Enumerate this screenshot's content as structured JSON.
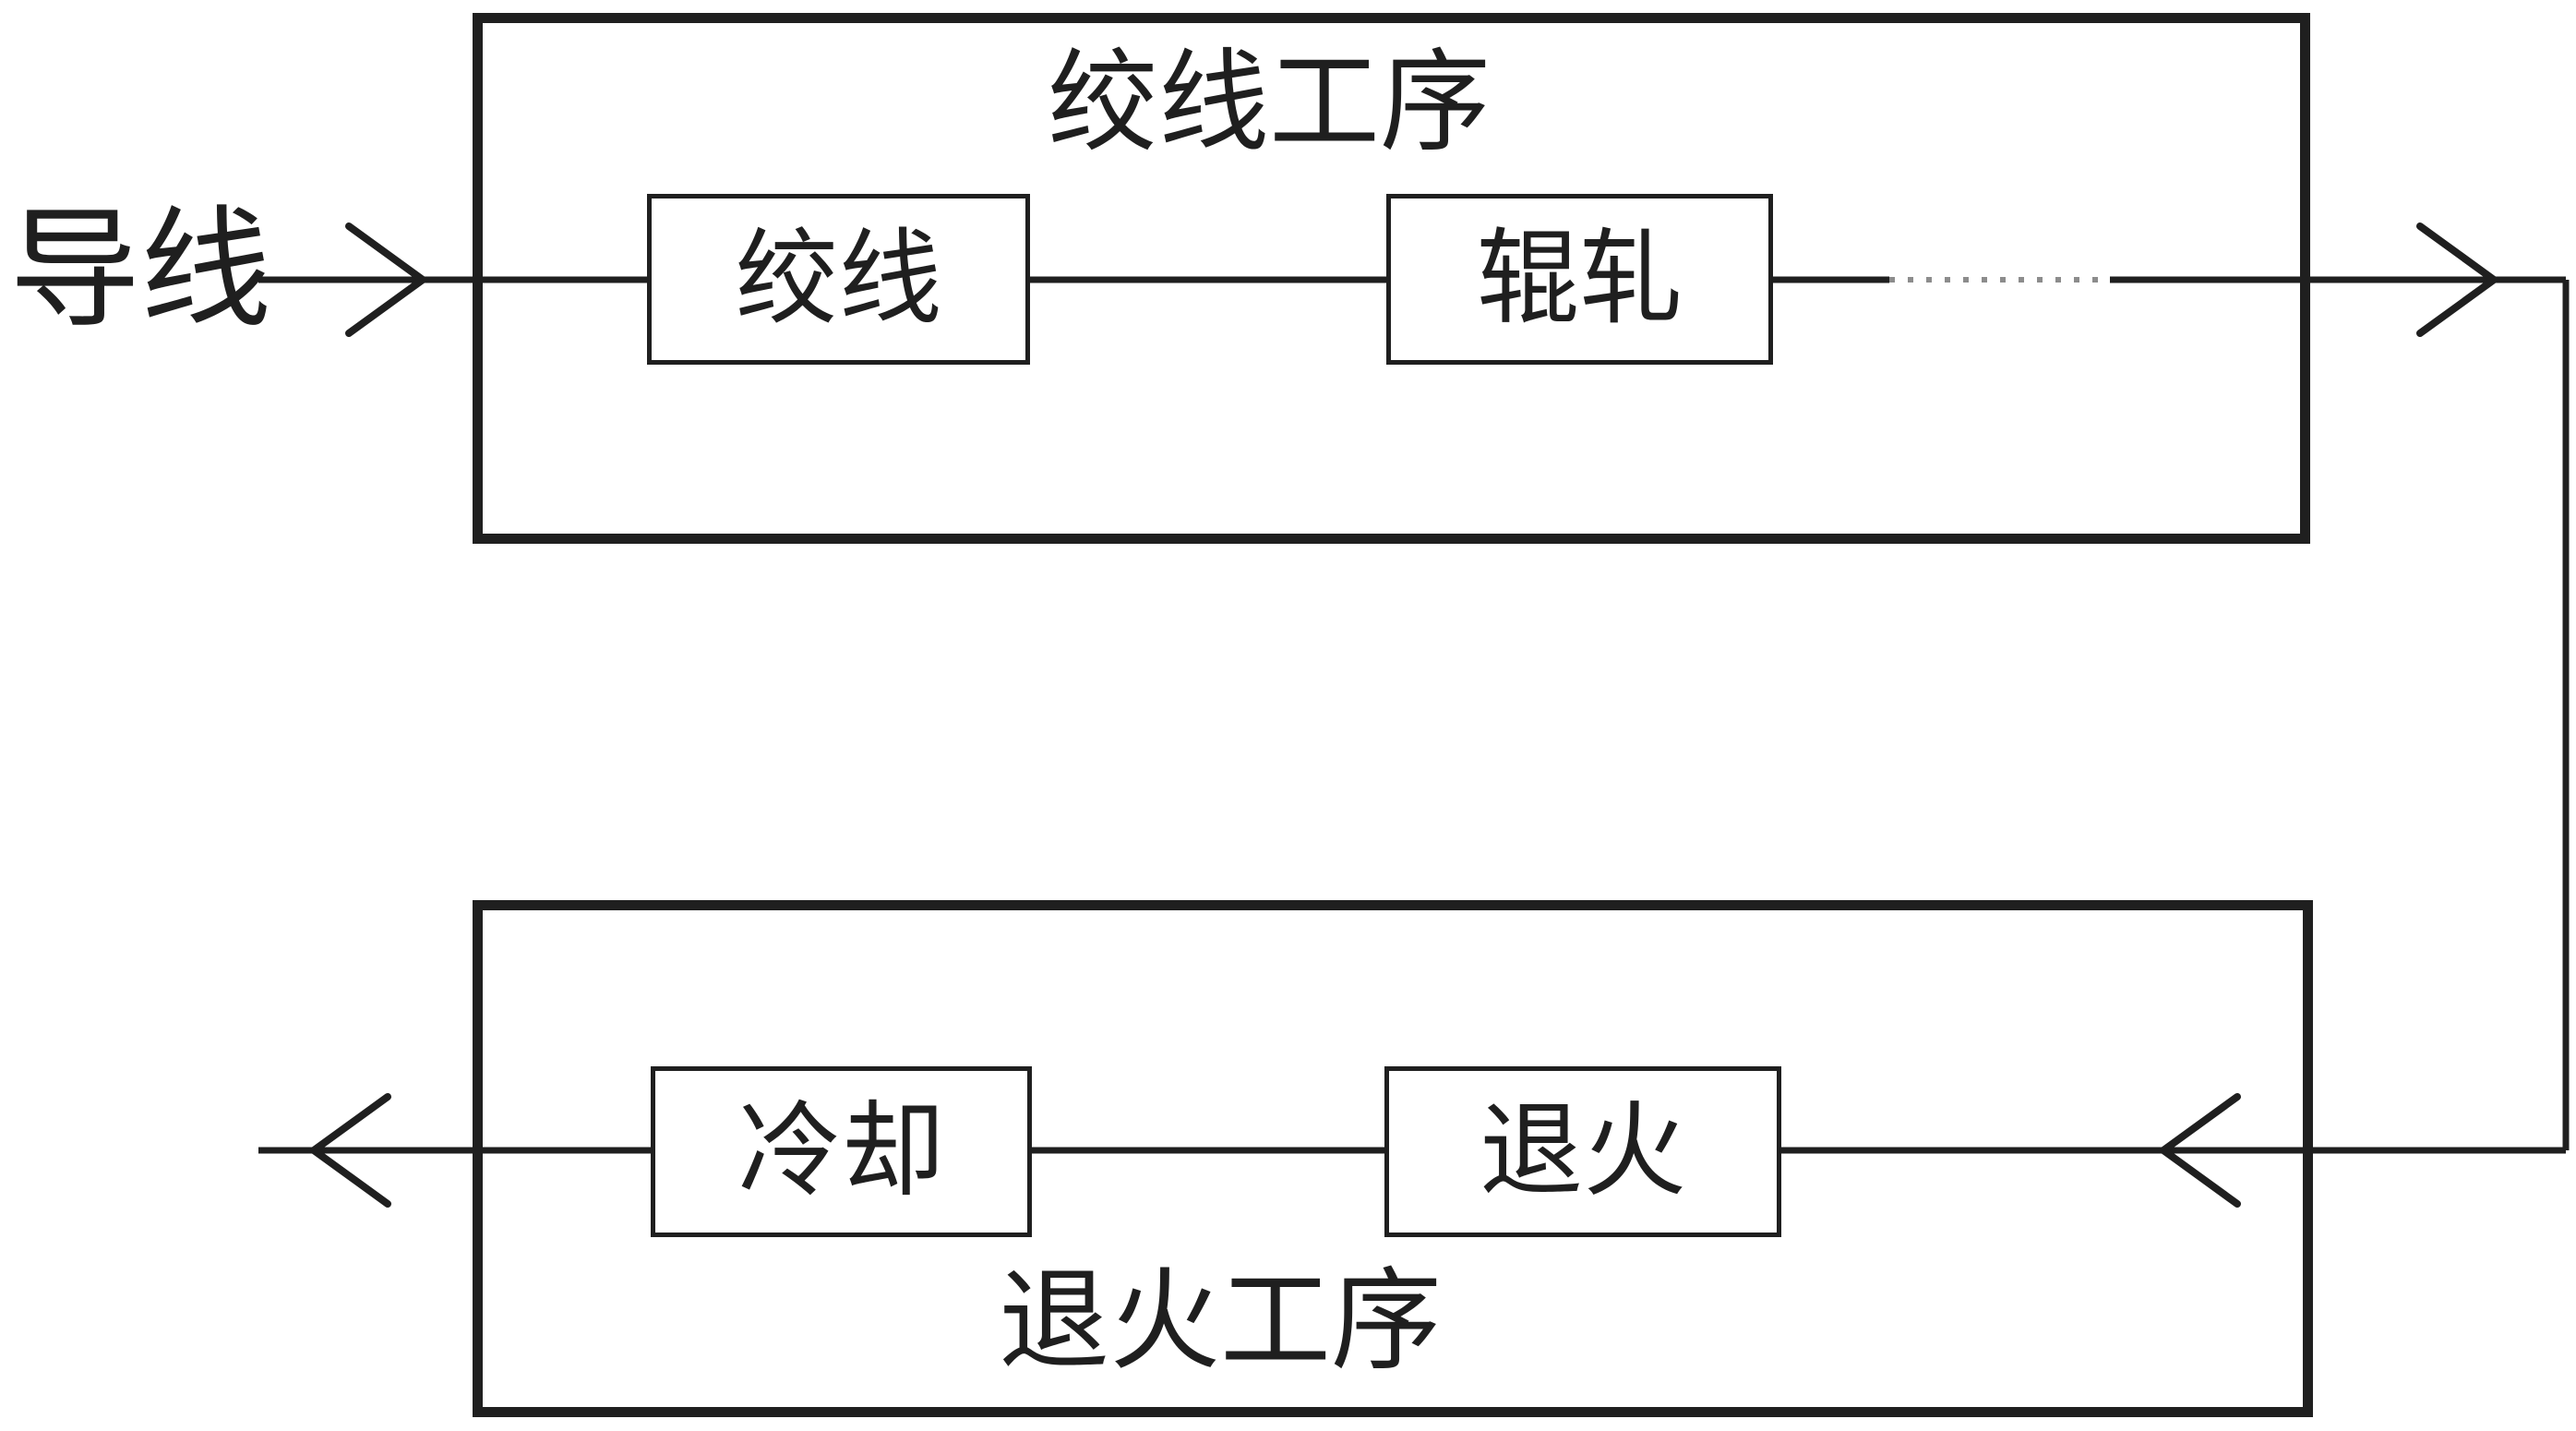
{
  "diagram": {
    "input_label": "导线",
    "top_group": {
      "title": "绞线工序",
      "nodes": [
        {
          "label": "绞线"
        },
        {
          "label": "辊轧"
        }
      ]
    },
    "bottom_group": {
      "title": "退火工序",
      "nodes": [
        {
          "label": "退火"
        },
        {
          "label": "冷却"
        }
      ]
    },
    "flow": {
      "direction_top_row": "left-to-right",
      "direction_bottom_row": "right-to-left",
      "dotted_segment": "between 辊轧 and top box exit (continuation ellipsis)"
    },
    "colors": {
      "ink": "#1f1f1f",
      "dotted": "#8c8c8c",
      "background": "#ffffff"
    }
  }
}
